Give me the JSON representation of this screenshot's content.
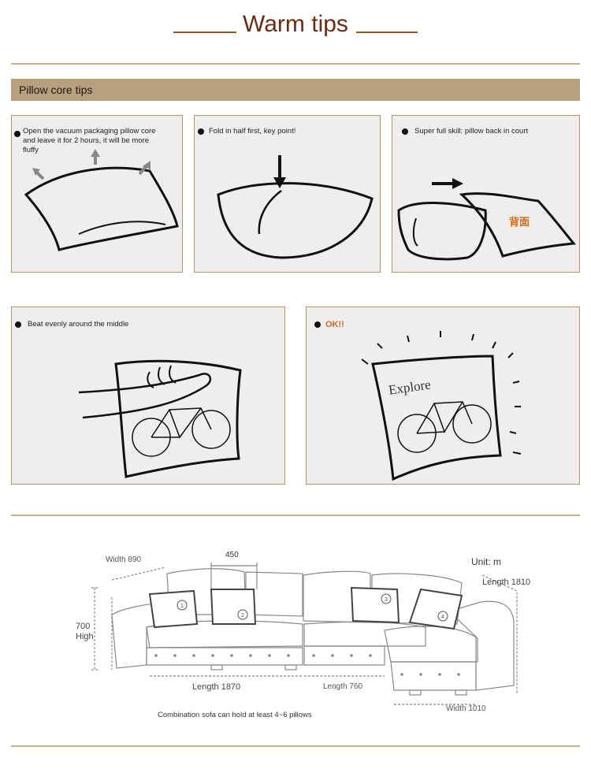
{
  "title": "Warm tips",
  "section": "Pillow core tips",
  "panels": [
    {
      "caption": "Open the vacuum packaging pillow core and leave it for 2 hours, it will be more fluffy"
    },
    {
      "caption": "Fold in half first, key point!"
    },
    {
      "caption": "Super full skill: pillow back in court",
      "label": "背面"
    },
    {
      "caption": "Beat evenly around the middle"
    },
    {
      "caption": "OK!!",
      "label": "Explore"
    }
  ],
  "sofa": {
    "unit": "Unit: m",
    "width_890": "Width 890",
    "dim_450": "450",
    "length_1810": "Length 1810",
    "high_700": "700",
    "high_label": "High",
    "length_1870": "Length 1870",
    "length_760": "Length 760",
    "width_1010": "Width 1010",
    "note": "Combination sofa can hold at least 4~6 pillows",
    "pillows": [
      "1",
      "2",
      "3",
      "4"
    ]
  },
  "colors": {
    "title": "#6b2b10",
    "banner": "#b9a07c",
    "panel_border": "#b89560",
    "ok": "#d2691e"
  }
}
